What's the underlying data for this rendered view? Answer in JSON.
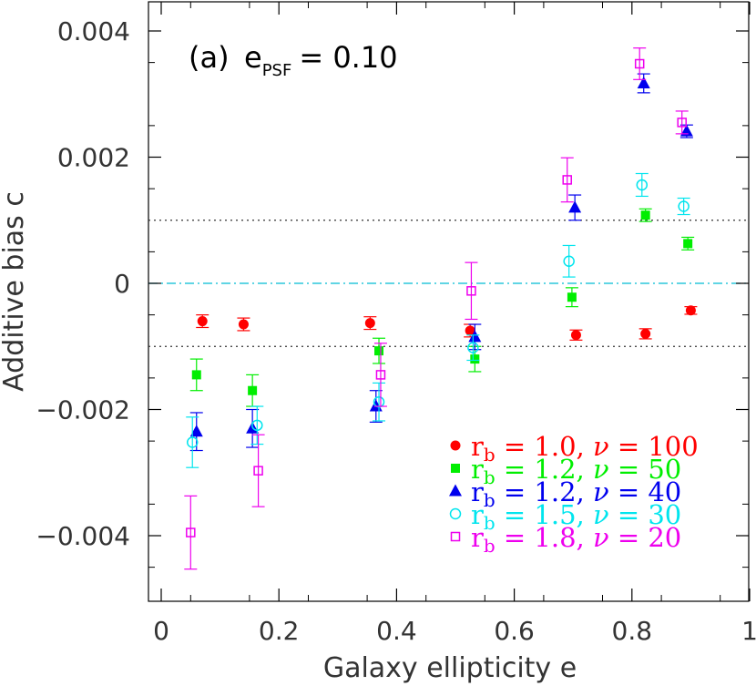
{
  "chart_data": {
    "type": "scatter",
    "panel_label": "(a)",
    "annotation": {
      "symbol": "e",
      "subscript": "PSF",
      "value_text": "= 0.10"
    },
    "xlabel": "Galaxy ellipticity e",
    "ylabel": "Additive bias c",
    "xlim": [
      0,
      1
    ],
    "ylim": [
      -0.005,
      0.0045
    ],
    "x_ticks": [
      0,
      0.2,
      0.4,
      0.6,
      0.8,
      1
    ],
    "x_tick_labels": [
      "0",
      "0.2",
      "0.4",
      "0.6",
      "0.8",
      "1"
    ],
    "y_ticks": [
      -0.004,
      -0.002,
      0,
      0.002,
      0.004
    ],
    "y_tick_labels": [
      "−0.004",
      "−0.002",
      "0",
      "0.002",
      "0.004"
    ],
    "reference_lines": [
      {
        "y": 0,
        "style": "dash-dot",
        "color": "#00bcd4"
      },
      {
        "y": 0.001,
        "style": "dotted",
        "color": "#333333"
      },
      {
        "y": -0.001,
        "style": "dotted",
        "color": "#333333"
      }
    ],
    "series": [
      {
        "name": "r_b = 1.0, ν = 100",
        "legend_rb": "1.0",
        "legend_nu": "100",
        "color": "#ff0000",
        "marker": "filled-circle",
        "x": [
          0.07,
          0.14,
          0.355,
          0.525,
          0.705,
          0.823,
          0.9
        ],
        "y": [
          -0.0006,
          -0.00065,
          -0.00063,
          -0.00075,
          -0.00082,
          -0.0008,
          -0.00043
        ],
        "err": [
          0.0001,
          0.0001,
          0.0001,
          0.0001,
          8e-05,
          8e-05,
          6e-05
        ]
      },
      {
        "name": "r_b = 1.2, ν = 50",
        "legend_rb": "1.2",
        "legend_nu": "50",
        "color": "#00ee00",
        "marker": "filled-square",
        "x": [
          0.06,
          0.155,
          0.37,
          0.533,
          0.698,
          0.823,
          0.895
        ],
        "y": [
          -0.00145,
          -0.0017,
          -0.00107,
          -0.0012,
          -0.00022,
          0.00108,
          0.00063
        ],
        "err": [
          0.00025,
          0.00025,
          0.0002,
          0.0002,
          0.00015,
          0.0001,
          0.0001
        ]
      },
      {
        "name": "r_b = 1.2, ν = 40",
        "legend_rb": "1.2",
        "legend_nu": "40",
        "color": "#0000ee",
        "marker": "filled-triangle",
        "x": [
          0.06,
          0.155,
          0.365,
          0.533,
          0.703,
          0.82,
          0.893
        ],
        "y": [
          -0.00235,
          -0.0023,
          -0.00195,
          -0.00085,
          0.0012,
          0.00317,
          0.00241
        ],
        "err": [
          0.0003,
          0.0003,
          0.00025,
          0.0002,
          0.0002,
          0.00015,
          0.0001
        ]
      },
      {
        "name": "r_b = 1.5, ν = 30",
        "legend_rb": "1.5",
        "legend_nu": "30",
        "color": "#00e5ee",
        "marker": "open-circle",
        "x": [
          0.053,
          0.163,
          0.37,
          0.53,
          0.693,
          0.817,
          0.888
        ],
        "y": [
          -0.00252,
          -0.00225,
          -0.00188,
          -0.00102,
          0.00035,
          0.00156,
          0.00122
        ],
        "err": [
          0.0004,
          0.0003,
          0.0003,
          0.0002,
          0.00025,
          0.00018,
          0.00013
        ]
      },
      {
        "name": "r_b = 1.8, ν = 20",
        "legend_rb": "1.8",
        "legend_nu": "20",
        "color": "#ee00ee",
        "marker": "open-square",
        "x": [
          0.05,
          0.165,
          0.373,
          0.527,
          0.69,
          0.813,
          0.885
        ],
        "y": [
          -0.00395,
          -0.00297,
          -0.00145,
          -0.00012,
          0.00164,
          0.00348,
          0.00255
        ],
        "err": [
          0.00058,
          0.00057,
          0.0005,
          0.00045,
          0.00035,
          0.00025,
          0.00018
        ]
      }
    ]
  }
}
